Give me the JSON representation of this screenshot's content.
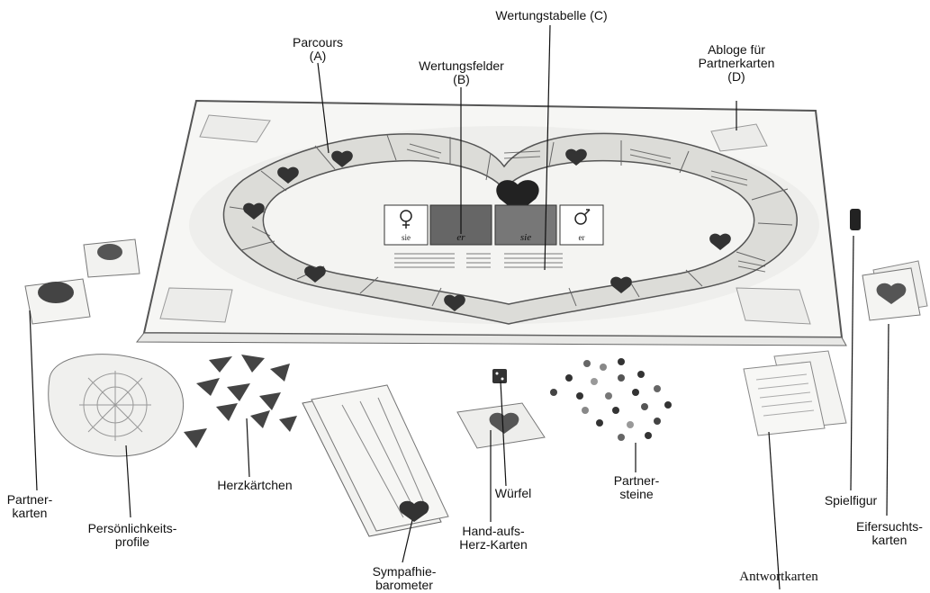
{
  "labels": {
    "parcours": "Parcours\n(A)",
    "wertungsfelder": "Wertungsfelder\n(B)",
    "wertungstabelle": "Wertungstabelle  (C)",
    "ablage": "Abloge für\nPartnerkarten\n(D)",
    "partnerkarten": "Partner-\nkarten",
    "persoenlichkeitsprofile": "Persönlichkeits-\nprofile",
    "herzkaertchen": "Herzkärtchen",
    "sympathiebarometer": "Sympafhie-\nbarometer",
    "hand_aufs_herz": "Hand-aufs-\nHerz-Karten",
    "wuerfel": "Würfel",
    "partnersteine": "Partner-\nsteine",
    "antwortkarten": "Antwortkarten",
    "spielfigur": "Spielfigur",
    "eifersuchtskarten": "Eifersuchts-\nkarten"
  },
  "board_text": {
    "sie": "sie",
    "er": "er",
    "er_sie": "er",
    "sie_er": "sie"
  }
}
